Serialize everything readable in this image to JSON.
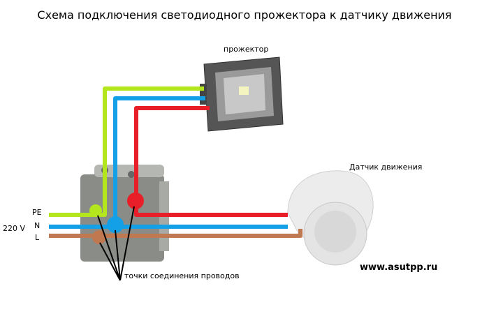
{
  "title": "Схема подключения светодиодного прожектора к датчику движения",
  "labels": {
    "floodlight": "прожектор",
    "sensor": "Датчик движения",
    "pe": "PE",
    "n": "N",
    "l": "L",
    "voltage": "220 V",
    "connection_points": "точки соединения проводов",
    "website": "www.asutpp.ru"
  },
  "colors": {
    "pe_wire": "#b4e61e",
    "n_wire": "#14a0e6",
    "l_wire": "#c07850",
    "switched_wire": "#e81e28"
  }
}
